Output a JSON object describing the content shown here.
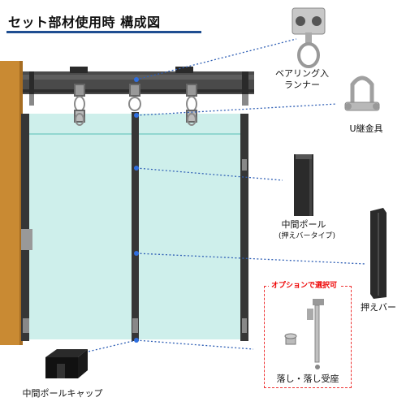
{
  "title": "セット部材使用時 構成図",
  "parts": {
    "bearing_runner": "ベアリング入\nランナー",
    "u_shackle": "U継金具",
    "middle_pole": "中間ポール",
    "middle_pole_note": "(押えバータイプ)",
    "press_bar": "押えバー",
    "option_label": "オプションで選択可",
    "drop_bolt": "落し・落し受座",
    "pole_cap": "中間ポールキャップ"
  },
  "colors": {
    "frame": "#3a3a3a",
    "rail": "#545454",
    "glass": "#c6ece8",
    "wall": "#c98a33",
    "leader": "#2f5fb5",
    "dot": "#2f6fe0",
    "title_rule": "#1f4e91",
    "option_border": "#ee3333"
  },
  "icons": [
    "bearing-runner-icon",
    "u-shackle-icon",
    "pole-profile-icon",
    "press-bar-icon",
    "drop-bolt-icon",
    "pole-cap-icon"
  ]
}
